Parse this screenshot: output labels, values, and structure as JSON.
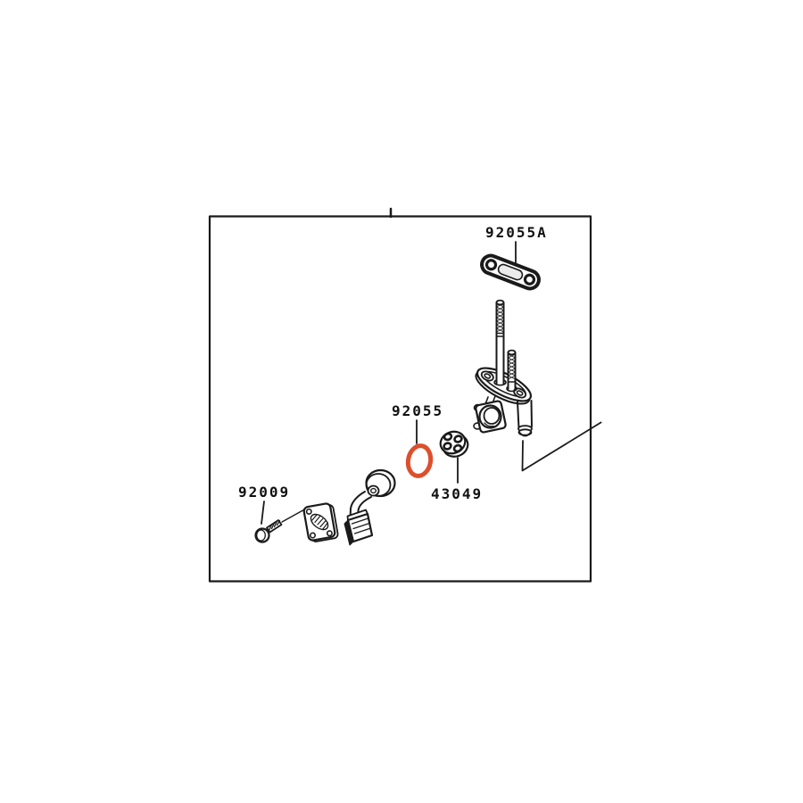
{
  "diagram": {
    "background_color": "#ffffff",
    "line_color": "#1a1a1a",
    "frame_color": "#1a1a1a",
    "highlight_color": "#dd4f2c",
    "parts": [
      {
        "label": "92055A"
      },
      {
        "label": "92055",
        "highlighted": true
      },
      {
        "label": "43049"
      },
      {
        "label": "92009"
      }
    ]
  }
}
